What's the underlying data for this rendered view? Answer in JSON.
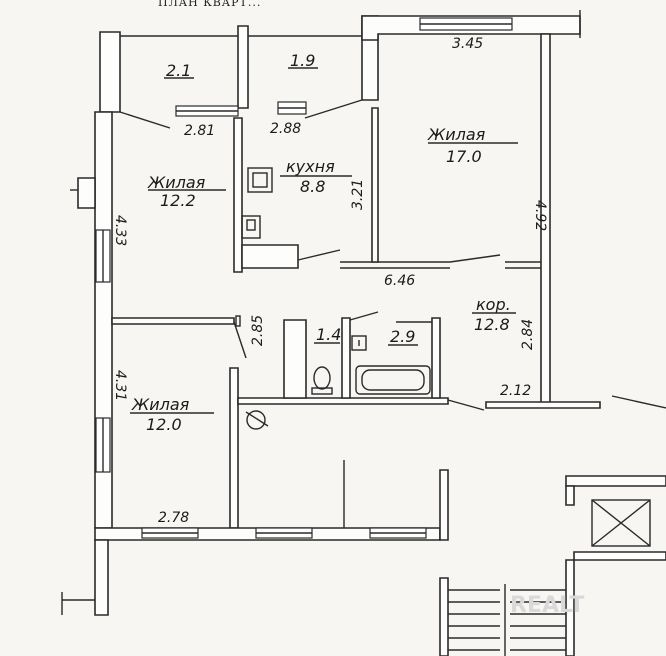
{
  "title": "ПЛАН КВАРТ...",
  "watermark": "REALT",
  "rooms": [
    {
      "name": "Жилая",
      "area": "12.2"
    },
    {
      "name": "Жилая",
      "area": "17.0"
    },
    {
      "name": "кухня",
      "area": "8.8"
    },
    {
      "name": "Жилая",
      "area": "12.0"
    },
    {
      "name": "кор.",
      "area": "12.8"
    }
  ],
  "small_areas": {
    "balcony_left": "2.1",
    "balcony_right": "1.9",
    "wc": "1.4",
    "bath": "2.9"
  },
  "dimensions": {
    "d_2_81": "2.81",
    "d_2_88": "2.88",
    "d_3_45": "3.45",
    "d_4_92": "4.92",
    "d_3_21": "3.21",
    "d_4_33": "4.33",
    "d_6_46": "6.46",
    "d_2_85": "2.85",
    "d_2_84": "2.84",
    "d_2_12": "2.12",
    "d_4_31": "4.31",
    "d_2_78": "2.78"
  }
}
